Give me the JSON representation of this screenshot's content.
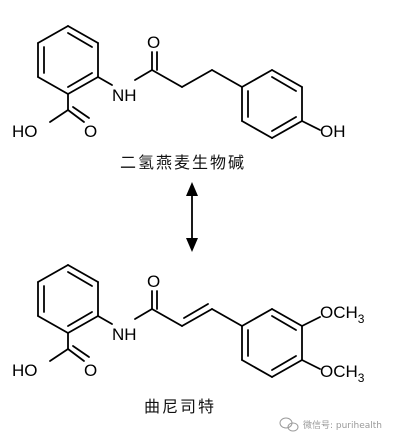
{
  "top_molecule": {
    "name": "二氢燕麦生物碱",
    "labels": {
      "nh": "NH",
      "o_carbonyl": "O",
      "acid_o": "O",
      "acid_ho": "HO",
      "phenol_oh": "OH"
    }
  },
  "bottom_molecule": {
    "name": "曲尼司特",
    "labels": {
      "nh": "NH",
      "o_carbonyl": "O",
      "acid_o": "O",
      "acid_ho": "HO",
      "methoxy_1": "OCH",
      "methoxy_1_sub": "3",
      "methoxy_2": "OCH",
      "methoxy_2_sub": "3"
    }
  },
  "watermark": {
    "text": "微信号: purihealth",
    "icon": "wechat-icon"
  },
  "arrow": {
    "type": "double-headed",
    "icon": "double-arrow-icon"
  }
}
